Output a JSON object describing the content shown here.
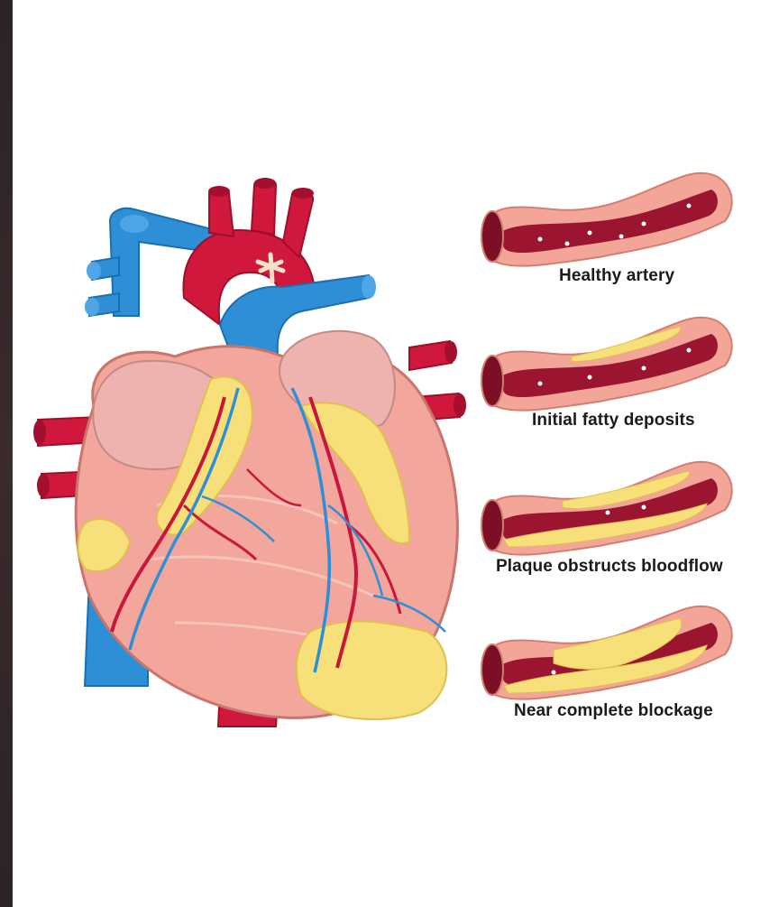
{
  "stages": [
    {
      "label": "Healthy artery"
    },
    {
      "label": "Initial fatty deposits"
    },
    {
      "label": "Plaque obstructs bloodflow"
    },
    {
      "label": "Near complete blockage"
    }
  ],
  "colors": {
    "left_strip": "#2b2324",
    "background": "#ffffff",
    "heart_muscle": "#f0a49a",
    "artery_red": "#c8173a",
    "vein_blue": "#2f8fd6",
    "fat_yellow": "#f7e07a",
    "artery_wall": "#f3a698",
    "blood_dark": "#9b1530",
    "label_text": "#1b1b1b"
  },
  "icons": [
    "heart-illustration",
    "artery-cross-section"
  ]
}
